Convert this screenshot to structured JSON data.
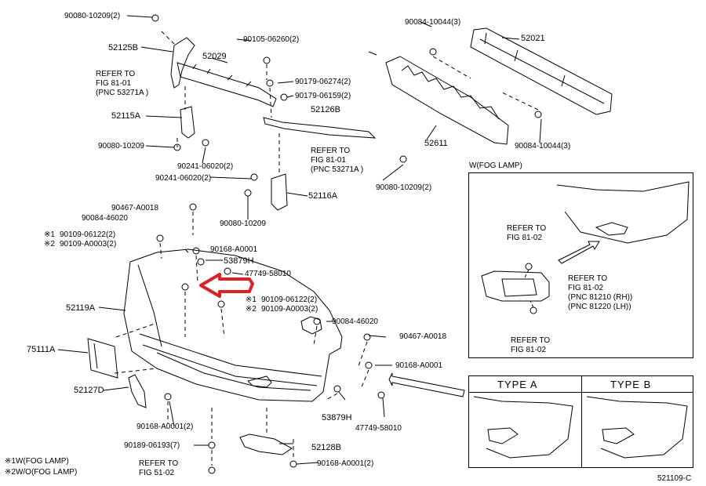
{
  "diagram_id": "521109-C",
  "notes": [
    {
      "key": "※1",
      "text": "W(FOG LAMP)"
    },
    {
      "key": "※2",
      "text": "W/O(FOG LAMP)"
    }
  ],
  "part_labels": {
    "p90080_10209_2_top": "90080-10209(2)",
    "p52125B": "52125B",
    "p90105_06260_2": "90105-06260(2)",
    "p52029": "52029",
    "p90179_06274_2": "90179-06274(2)",
    "p90179_06159_2": "90179-06159(2)",
    "p52126B": "52126B",
    "p52115A": "52115A",
    "p90080_10209_left": "90080-10209",
    "p90241_06020_2a": "90241-06020(2)",
    "p90241_06020_2b": "90241-06020(2)",
    "p52116A": "52116A",
    "p90080_10209_mid": "90080-10209",
    "p90080_10209_2_right": "90080-10209(2)",
    "p90084_10044_3_top": "90084-10044(3)",
    "p52021": "52021",
    "p52611": "52611",
    "p90084_10044_3_bot": "90084-10044(3)",
    "p90467_A0018_left": "90467-A0018",
    "p90084_46020_left": "90084-46020",
    "p90109_06122_2_left": "90109-06122(2)",
    "p90109_A0003_2_left": "90109-A0003(2)",
    "p90168_A0001_left": "90168-A0001",
    "p53879H_top": "53879H",
    "p47749_58010_top": "47749-58010",
    "p52119A": "52119A",
    "p90109_06122_2_mid": "90109-06122(2)",
    "p90109_A0003_2_mid": "90109-A0003(2)",
    "p90084_46020_right": "90084-46020",
    "p90467_A0018_right": "90467-A0018",
    "p75111A": "75111A",
    "p90168_A0001_right": "90168-A0001",
    "p52127D": "52127D",
    "p90168_A0001_2_left": "90168-A0001(2)",
    "p53879H_bot": "53879H",
    "p47749_58010_bot": "47749-58010",
    "p90189_06193_7": "90189-06193(7)",
    "p52128B": "52128B",
    "p90168_A0001_2_bot": "90168-A0001(2)"
  },
  "refer_notes": {
    "r1": {
      "l1": "REFER  TO",
      "l2": "FIG  81-01",
      "l3": "(PNC 53271A )"
    },
    "r2": {
      "l1": "REFER  TO",
      "l2": "FIG  81-01",
      "l3": "(PNC 53271A )"
    },
    "r3": {
      "l1": "REFER  TO",
      "l2": "FIG  51-02"
    }
  },
  "fog_box": {
    "title": "W(FOG LAMP)",
    "refer_a": {
      "l1": "REFER  TO",
      "l2": "FIG  81-02"
    },
    "refer_b": {
      "l1": "REFER  TO",
      "l2": "FIG  81-02",
      "l3": "(PNC 81210 (RH))",
      "l4": "(PNC 81220 (LH))"
    },
    "refer_c": {
      "l1": "REFER  TO",
      "l2": "FIG  81-02"
    }
  },
  "type_box": {
    "type_a": "TYPE  A",
    "type_b": "TYPE  B"
  },
  "highlight_arrow_color": "#e02020"
}
